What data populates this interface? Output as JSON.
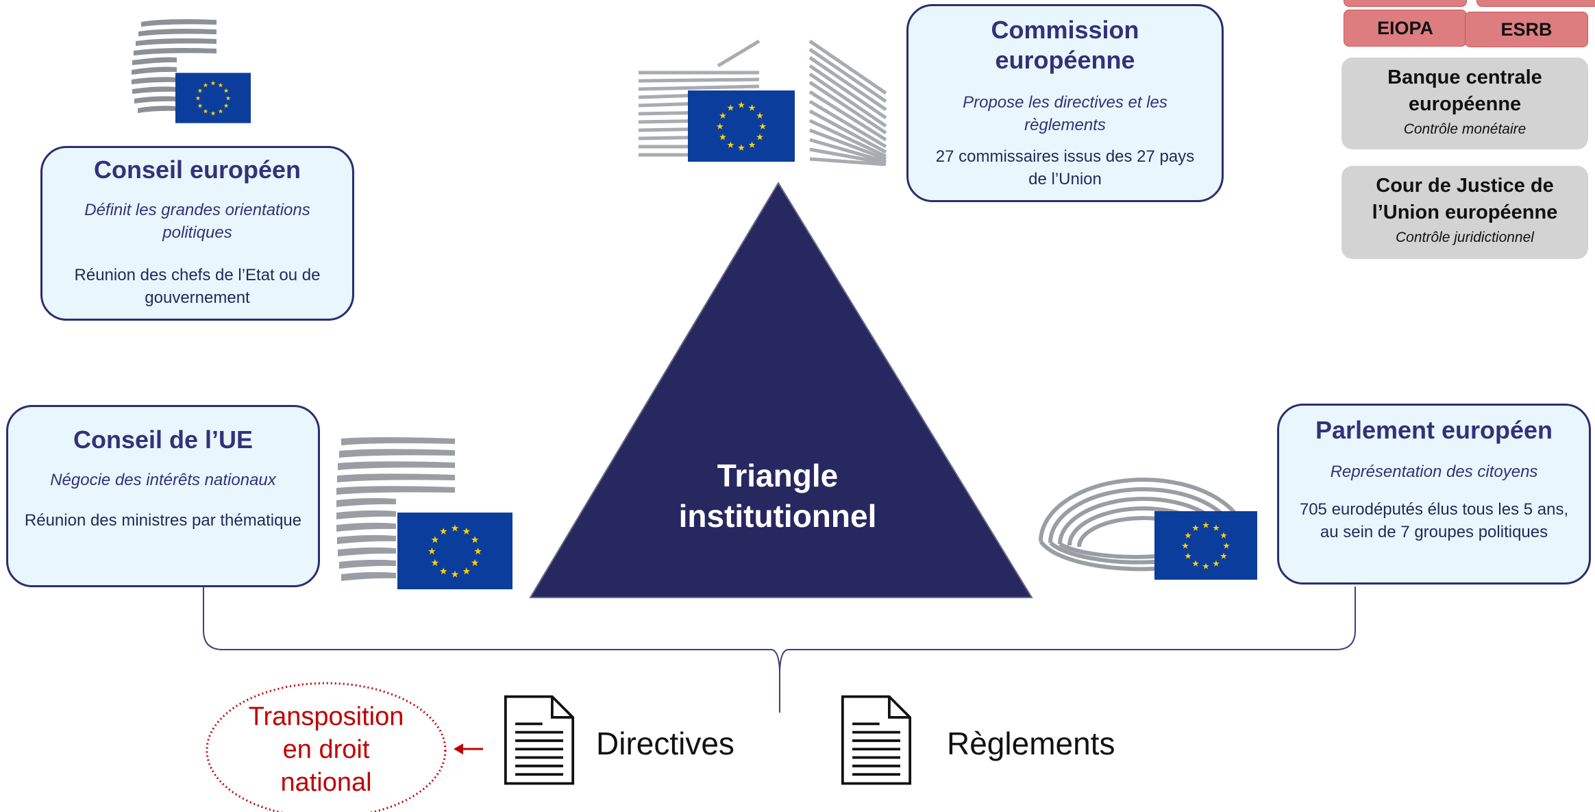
{
  "agencies": {
    "eiopa": "EIOPA",
    "esrb": "ESRB"
  },
  "bce": {
    "title": "Banque centrale européenne",
    "subtitle": "Contrôle monétaire"
  },
  "cjue": {
    "title": "Cour de Justice de l’Union européenne",
    "subtitle": "Contrôle juridictionnel"
  },
  "conseil_europeen": {
    "title": "Conseil européen",
    "role": "Définit les grandes orientations politiques",
    "description": "Réunion des chefs de l’Etat ou de gouvernement"
  },
  "commission": {
    "title": "Commission européenne",
    "role": "Propose les directives et les règlements",
    "description": "27 commissaires issus des 27 pays de l’Union"
  },
  "conseil_ue": {
    "title": "Conseil de l’UE",
    "role": "Négocie des intérêts nationaux",
    "description": "Réunion des ministres par thématique"
  },
  "parlement": {
    "title": "Parlement européen",
    "role": "Représentation des citoyens",
    "description": "705 eurodéputés élus tous les 5 ans, au sein de 7 groupes politiques"
  },
  "triangle": {
    "label": "Triangle institutionnel",
    "color": "#272860"
  },
  "outputs": {
    "directives": "Directives",
    "reglements": "Règlements",
    "transposition": "Transposition en droit national"
  },
  "colors": {
    "eu_flag": "#0b3e9c",
    "eu_star": "#ffd100",
    "box_fill": "#e9f6fd",
    "box_border": "#2a2f6e",
    "title_text": "#33317a",
    "transposition": "#c00000",
    "agency_fill": "#de7d80",
    "side_fill": "#d3d3d3"
  },
  "icons": {
    "building_conseil_europeen": "europa-building-icon",
    "building_commission": "berlaymont-building-icon",
    "building_conseil_ue": "justus-lipsius-building-icon",
    "building_parlement": "hemicycle-icon",
    "document": "document-icon",
    "arrow": "arrow-left-icon",
    "flag": "eu-flag-icon"
  }
}
